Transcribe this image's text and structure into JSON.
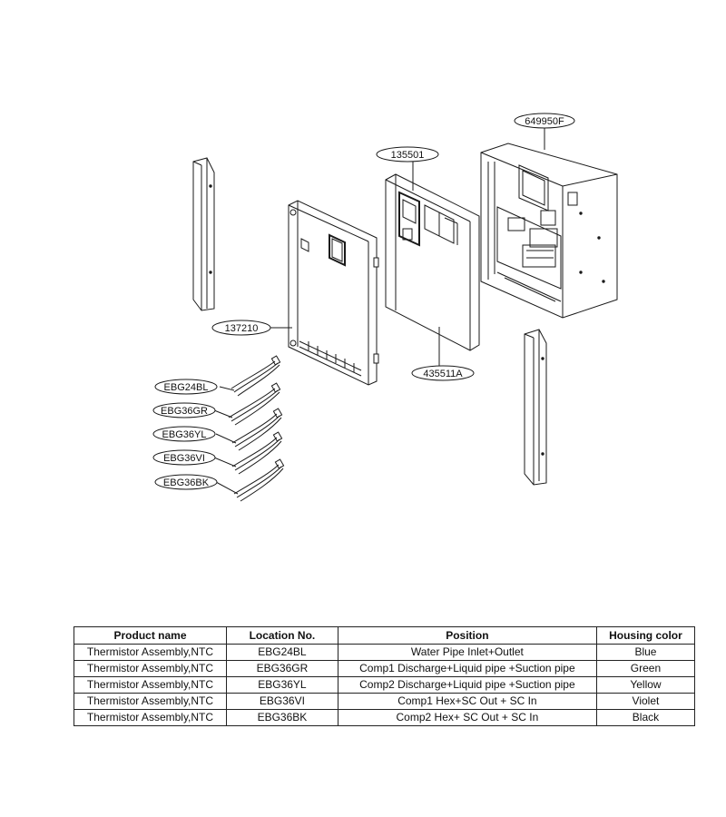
{
  "diagram": {
    "callouts": {
      "case": "649950F",
      "control_box": "135501",
      "front_panel": "137210",
      "inner_panel": "435511A",
      "thermistor_1": "EBG24BL",
      "thermistor_2": "EBG36GR",
      "thermistor_3": "EBG36YL",
      "thermistor_4": "EBG36VI",
      "thermistor_5": "EBG36BK"
    }
  },
  "table": {
    "headers": [
      "Product name",
      "Location No.",
      "Position",
      "Housing color"
    ],
    "rows": [
      [
        "Thermistor Assembly,NTC",
        "EBG24BL",
        "Water Pipe Inlet+Outlet",
        "Blue"
      ],
      [
        "Thermistor Assembly,NTC",
        "EBG36GR",
        "Comp1 Discharge+Liquid pipe +Suction pipe",
        "Green"
      ],
      [
        "Thermistor Assembly,NTC",
        "EBG36YL",
        "Comp2 Discharge+Liquid pipe +Suction pipe",
        "Yellow"
      ],
      [
        "Thermistor Assembly,NTC",
        "EBG36VI",
        "Comp1 Hex+SC Out + SC In",
        "Violet"
      ],
      [
        "Thermistor Assembly,NTC",
        "EBG36BK",
        "Comp2 Hex+ SC Out + SC In",
        "Black"
      ]
    ]
  }
}
